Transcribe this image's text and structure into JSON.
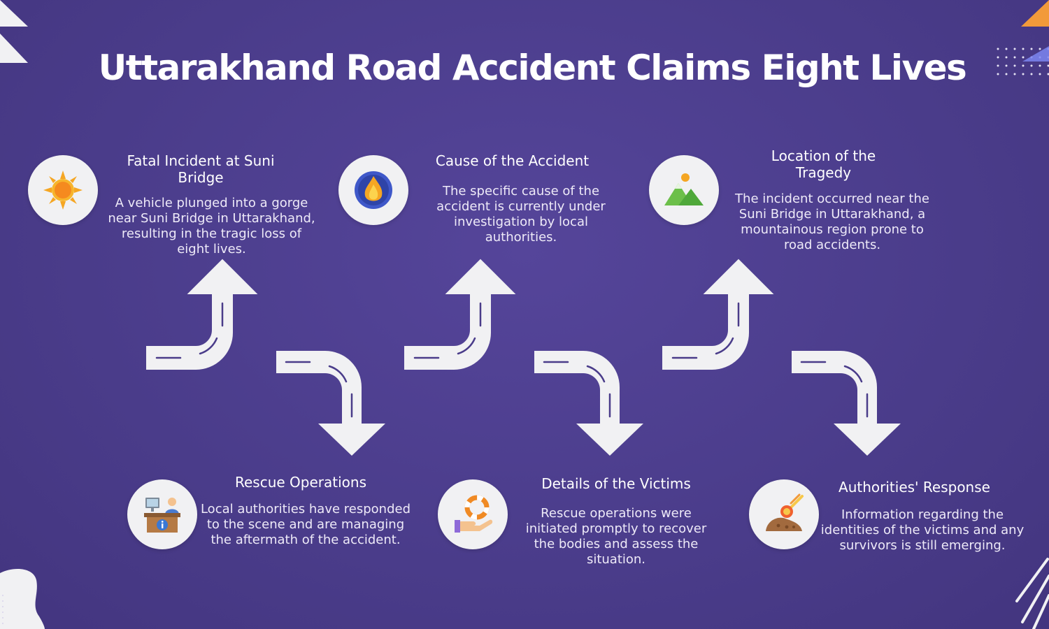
{
  "title": "Uttarakhand Road Accident Claims Eight Lives",
  "steps": [
    {
      "heading": "Fatal Incident at Suni Bridge",
      "text": "A vehicle plunged into a gorge near Suni Bridge in Uttarakhand, resulting in the tragic loss of eight lives.",
      "icon": "sun-icon"
    },
    {
      "heading": "Rescue Operations",
      "text": "Local authorities have responded to the scene and are managing the aftermath of the accident.",
      "icon": "info-desk-icon"
    },
    {
      "heading": "Cause of the Accident",
      "text": "The specific cause of the accident is currently under investigation by local authorities.",
      "icon": "flame-icon"
    },
    {
      "heading": "Details of the Victims",
      "text": "Rescue operations were initiated promptly to recover the bodies and assess the situation.",
      "icon": "lifebuoy-hand-icon"
    },
    {
      "heading": "Location of the Tragedy",
      "text": "The incident occurred near the Suni Bridge in Uttarakhand, a mountainous region prone to road accidents.",
      "icon": "mountain-icon"
    },
    {
      "heading": "Authorities' Response",
      "text": "Information regarding the identities of the victims and any survivors is still emerging.",
      "icon": "meteor-icon"
    }
  ],
  "colors": {
    "background": "#4a3c8a",
    "arrow": "#f1f1f3",
    "accent_orange": "#f29a3a",
    "accent_blue": "#5b6ce8"
  }
}
